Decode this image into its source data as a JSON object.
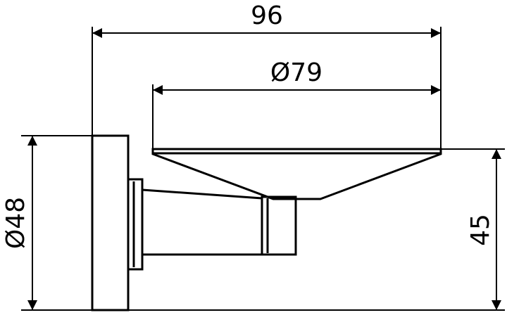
{
  "dimensions": {
    "overall_width": "96",
    "dish_diameter": "Ø79",
    "base_diameter": "Ø48",
    "height": "45"
  },
  "colors": {
    "line": "#000000",
    "background": "#ffffff"
  }
}
